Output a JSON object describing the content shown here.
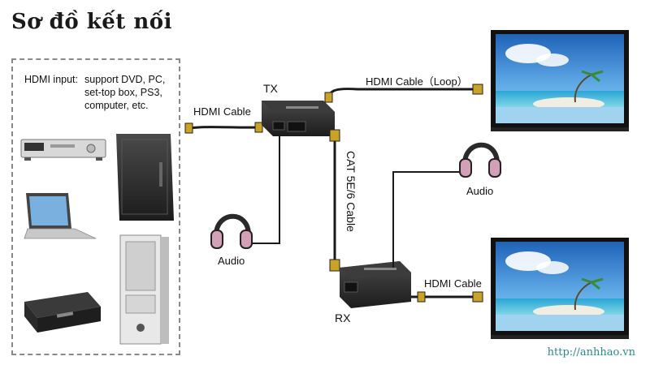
{
  "title": "Sơ đồ kết nối",
  "sources": {
    "heading": "HDMI input:",
    "line1": "support DVD, PC,",
    "line2": "set-top box, PS3,",
    "line3": "computer, etc."
  },
  "labels": {
    "tx": "TX",
    "rx": "RX",
    "hdmi_cable_in": "HDMI Cable",
    "hdmi_cable_loop": "HDMI Cable（Loop）",
    "hdmi_cable_out": "HDMI Cable",
    "cat_cable": "CAT 5E/6 Cable",
    "audio_tx": "Audio",
    "audio_rx": "Audio"
  },
  "watermark": "http://anhhao.vn",
  "colors": {
    "device_dark": "#2b2b2b",
    "cable": "#1a1a1a",
    "connector_gold": "#c9a227",
    "headphone_pink": "#d4a0b8",
    "sky": "#2a78c8",
    "sea": "#3fb0d8",
    "sand": "#f0ede2"
  }
}
